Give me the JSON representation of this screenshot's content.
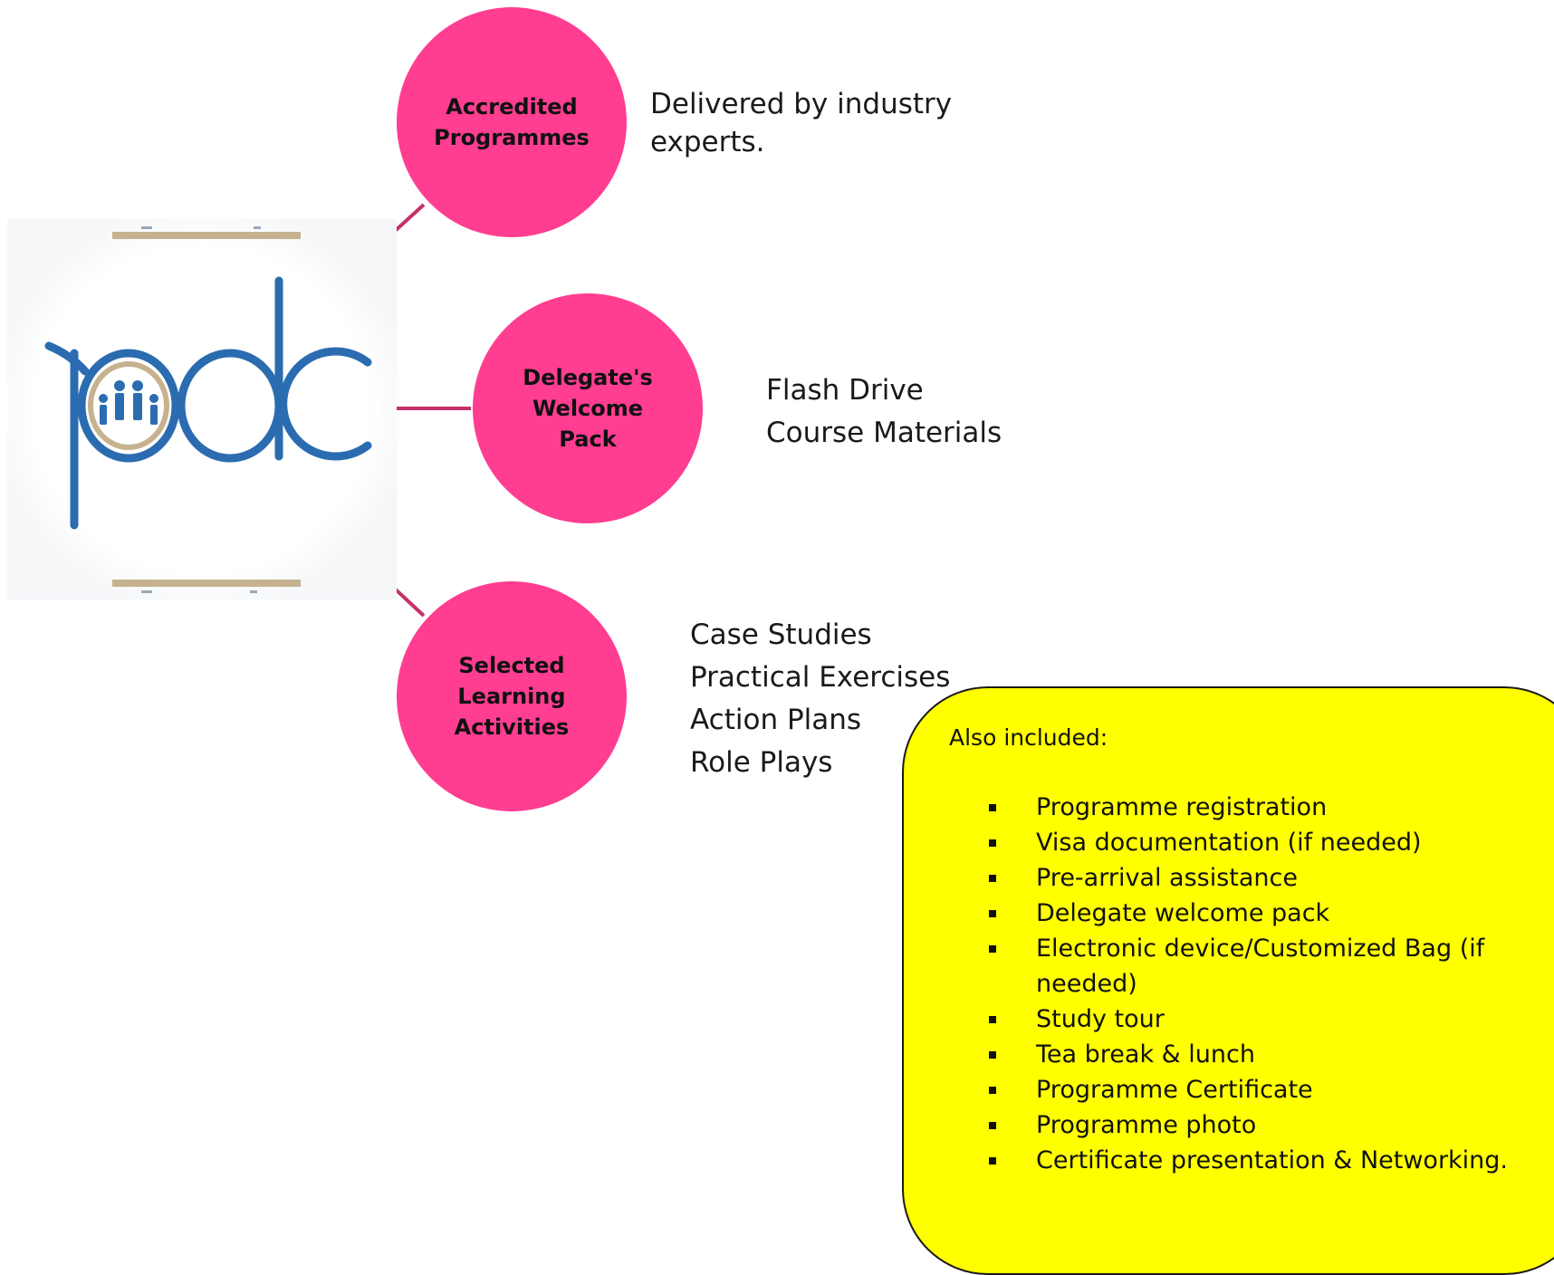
{
  "colors": {
    "circle_fill": "#ff3d91",
    "connector": "#c5326b",
    "box_fill": "#ffff00",
    "logo_blue": "#2b6cb0",
    "logo_tan": "#c6b28f"
  },
  "logo": {
    "text": "pdc"
  },
  "nodes": [
    {
      "label_lines": [
        "Accredited",
        "Programmes"
      ],
      "description": "Delivered by industry\nexperts."
    },
    {
      "label_lines": [
        "Delegate's",
        "Welcome",
        "Pack"
      ],
      "description": "Flash Drive\nCourse Materials"
    },
    {
      "label_lines": [
        "Selected",
        "Learning",
        "Activities"
      ],
      "description": "Case Studies\nPractical Exercises\nAction Plans\nRole Plays"
    }
  ],
  "also_included": {
    "title": "Also included:",
    "items": [
      "Programme registration",
      "Visa documentation (if needed)",
      "Pre-arrival assistance",
      "Delegate welcome pack",
      "Electronic device/Customized Bag (if needed)",
      "Study tour",
      "Tea break & lunch",
      "Programme Certificate",
      "Programme photo",
      "Certificate presentation & Networking."
    ]
  }
}
